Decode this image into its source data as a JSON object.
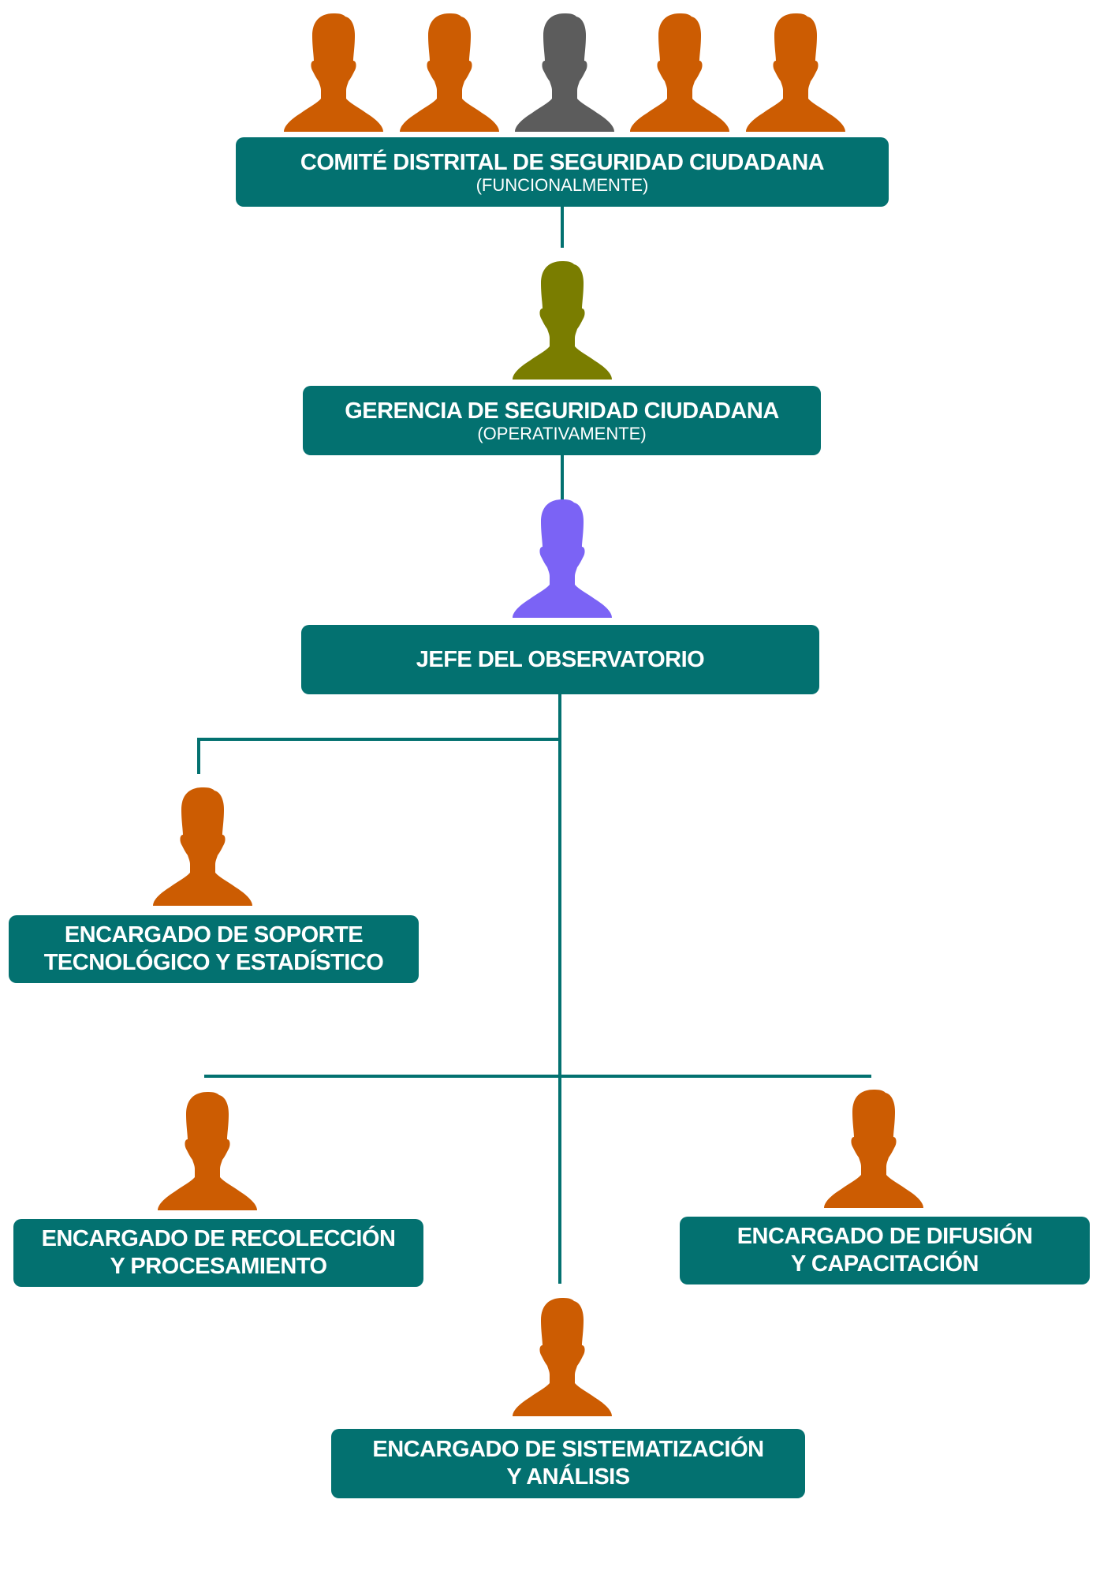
{
  "colors": {
    "box": "#037170",
    "orange": "#cc5c02",
    "gray": "#5c5c5c",
    "olive": "#7a7d00",
    "purple": "#7b63f5"
  },
  "committee": {
    "title": "COMITÉ DISTRITAL DE SEGURIDAD CIUDADANA",
    "subtitle": "(FUNCIONALMENTE)",
    "members": [
      "orange",
      "orange",
      "gray",
      "orange",
      "orange"
    ]
  },
  "gerencia": {
    "title": "GERENCIA DE SEGURIDAD CIUDADANA",
    "subtitle": "(OPERATIVAMENTE)",
    "icon": "olive"
  },
  "jefe": {
    "title": "JEFE DEL OBSERVATORIO",
    "icon": "purple"
  },
  "soporte": {
    "line1": "ENCARGADO DE SOPORTE",
    "line2": "TECNOLÓGICO Y ESTADÍSTICO"
  },
  "recoleccion": {
    "line1": "ENCARGADO DE RECOLECCIÓN",
    "line2": "Y PROCESAMIENTO"
  },
  "difusion": {
    "line1": "ENCARGADO DE DIFUSIÓN",
    "line2": "Y CAPACITACIÓN"
  },
  "sistematizacion": {
    "line1": "ENCARGADO DE SISTEMATIZACIÓN",
    "line2": "Y ANÁLISIS"
  }
}
